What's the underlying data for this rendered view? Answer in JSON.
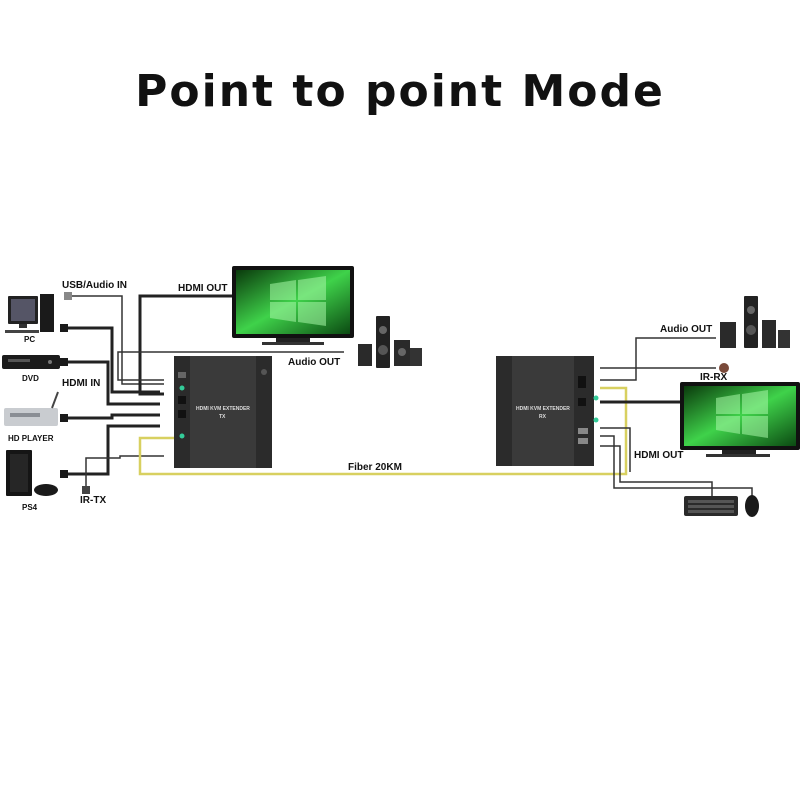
{
  "title": "Point to point Mode",
  "labels": {
    "usb_audio_in": "USB/Audio IN",
    "hdmi_out_tx": "HDMI OUT",
    "audio_out_tx": "Audio OUT",
    "hdmi_in": "HDMI IN",
    "ir_tx": "IR-TX",
    "fiber": "Fiber 20KM",
    "audio_out_rx": "Audio OUT",
    "ir_rx": "IR-RX",
    "hdmi_out_rx": "HDMI OUT"
  },
  "sources": {
    "pc": "PC",
    "dvd": "DVD",
    "hd_player": "HD PLAYER",
    "ps4": "PS4"
  },
  "devices": {
    "tx_line1": "HDMI KVM EXTENDER",
    "tx_line2": "TX",
    "rx_line1": "HDMI KVM EXTENDER",
    "rx_line2": "RX"
  },
  "colors": {
    "fiber": "#d8d060",
    "screen_green": "#3fd24a",
    "device_body": "#3a3a3a"
  }
}
